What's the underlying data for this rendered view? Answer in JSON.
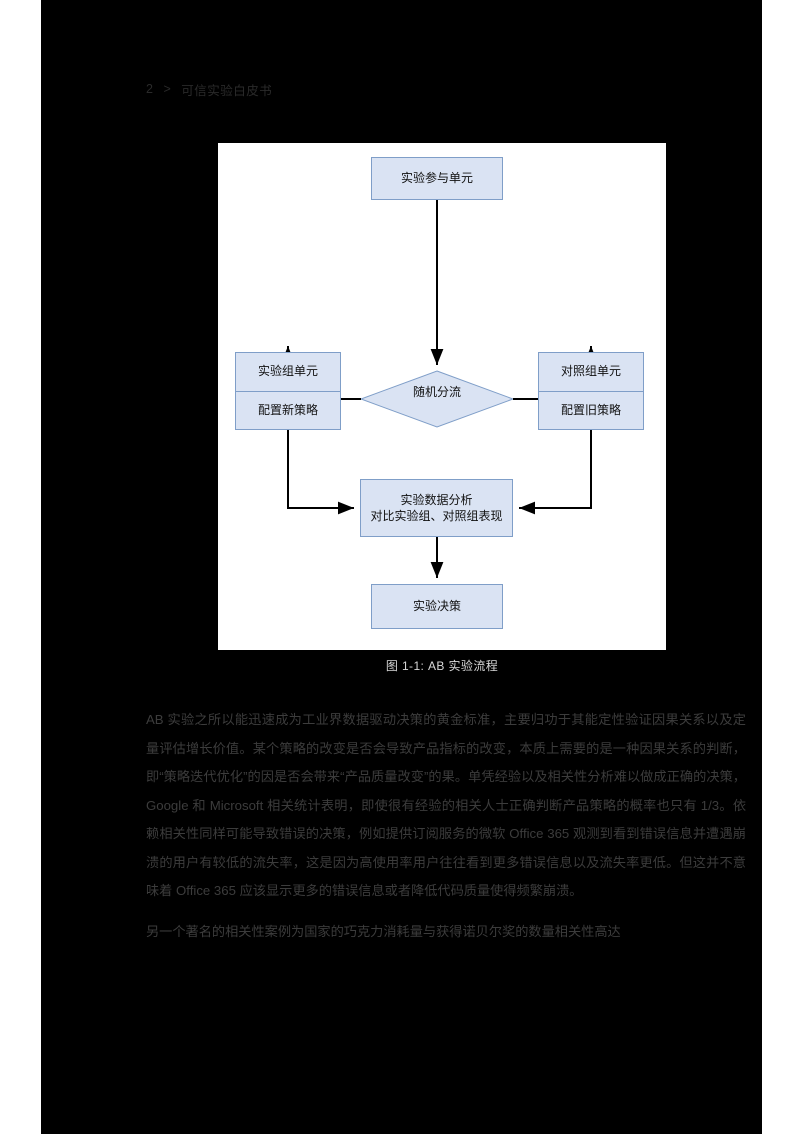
{
  "header": {
    "chapter": "2",
    "separator": ">",
    "title": "可信实验白皮书"
  },
  "figure": {
    "caption": "图 1-1: AB 实验流程",
    "colors": {
      "node_fill": "#dae3f3",
      "node_border": "#7f9ec8",
      "connector": "#000000",
      "plate_background": "#ffffff"
    },
    "nodes": {
      "participant": "实验参与单元",
      "random_split": "随机分流",
      "treatment_unit": "实验组单元",
      "treatment_config": "配置新策略",
      "control_unit": "对照组单元",
      "control_config": "配置旧策略",
      "analysis_line1": "实验数据分析",
      "analysis_line2": "对比实验组、对照组表现",
      "decision": "实验决策"
    }
  },
  "body": {
    "paragraph1": "AB 实验之所以能迅速成为工业界数据驱动决策的黄金标准，主要归功于其能定性验证因果关系以及定量评估增长价值。某个策略的改变是否会导致产品指标的改变，本质上需要的是一种因果关系的判断，即“策略迭代优化”的因是否会带来“产品质量改变”的果。单凭经验以及相关性分析难以做成正确的决策，Google 和 Microsoft 相关统计表明，即使很有经验的相关人士正确判断产品策略的概率也只有 1/3。依赖相关性同样可能导致错误的决策，例如提供订阅服务的微软 Office 365 观测到看到错误信息并遭遇崩溃的用户有较低的流失率，这是因为高使用率用户往往看到更多错误信息以及流失率更低。但这并不意味着 Office 365 应该显示更多的错误信息或者降低代码质量使得频繁崩溃。",
    "paragraph2": "另一个著名的相关性案例为国家的巧克力消耗量与获得诺贝尔奖的数量相关性高达"
  }
}
